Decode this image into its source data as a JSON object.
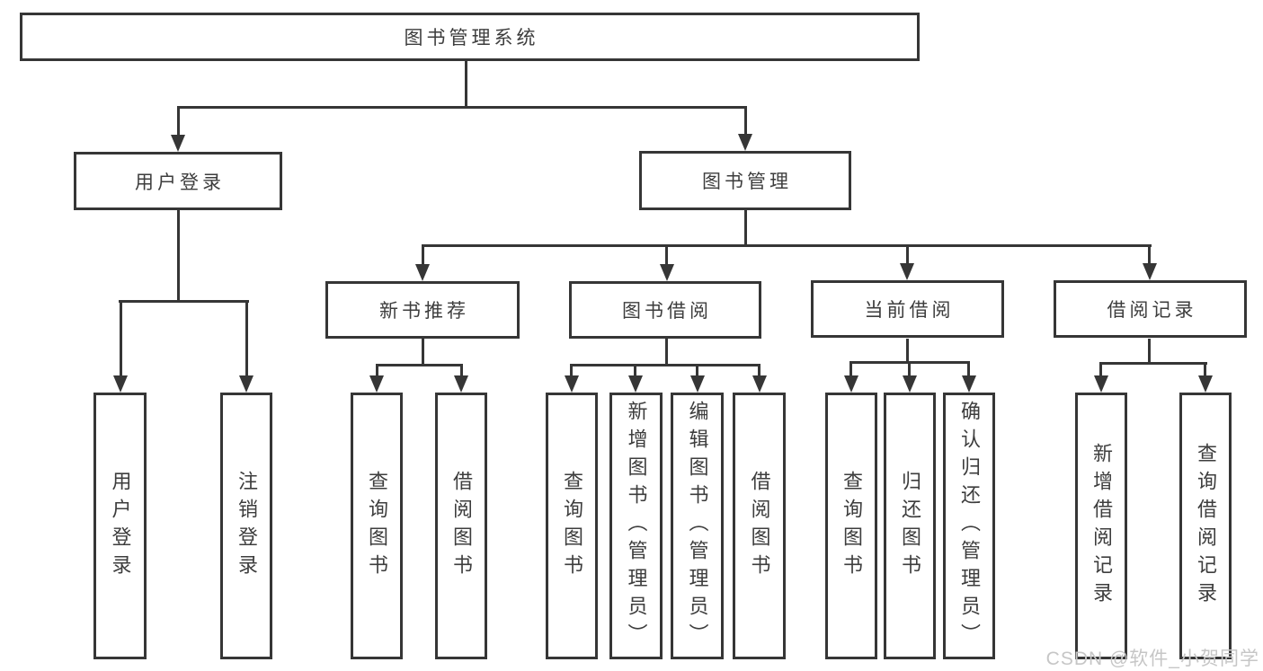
{
  "diagram": {
    "type": "hierarchy-flowchart",
    "watermark": "CSDN @软件_小贺同学",
    "colors": {
      "line": "#363636",
      "box_border": "#363636",
      "box_background": "#ffffff",
      "text": "#3d3d3d",
      "watermark_text": "#c6c6c6"
    },
    "tree": {
      "label": "图书管理系统",
      "children": [
        {
          "label": "用户登录",
          "children": [
            {
              "label": "用户登录"
            },
            {
              "label": "注销登录"
            }
          ]
        },
        {
          "label": "图书管理",
          "children": [
            {
              "label": "新书推荐",
              "children": [
                {
                  "label": "查询图书"
                },
                {
                  "label": "借阅图书"
                }
              ]
            },
            {
              "label": "图书借阅",
              "children": [
                {
                  "label": "查询图书"
                },
                {
                  "label": "新增图书（管理员）"
                },
                {
                  "label": "编辑图书（管理员）"
                },
                {
                  "label": "借阅图书"
                }
              ]
            },
            {
              "label": "当前借阅",
              "children": [
                {
                  "label": "查询图书"
                },
                {
                  "label": "归还图书"
                },
                {
                  "label": "确认归还（管理员）"
                }
              ]
            },
            {
              "label": "借阅记录",
              "children": [
                {
                  "label": "新增借阅记录"
                },
                {
                  "label": "查询借阅记录"
                }
              ]
            }
          ]
        }
      ]
    }
  }
}
